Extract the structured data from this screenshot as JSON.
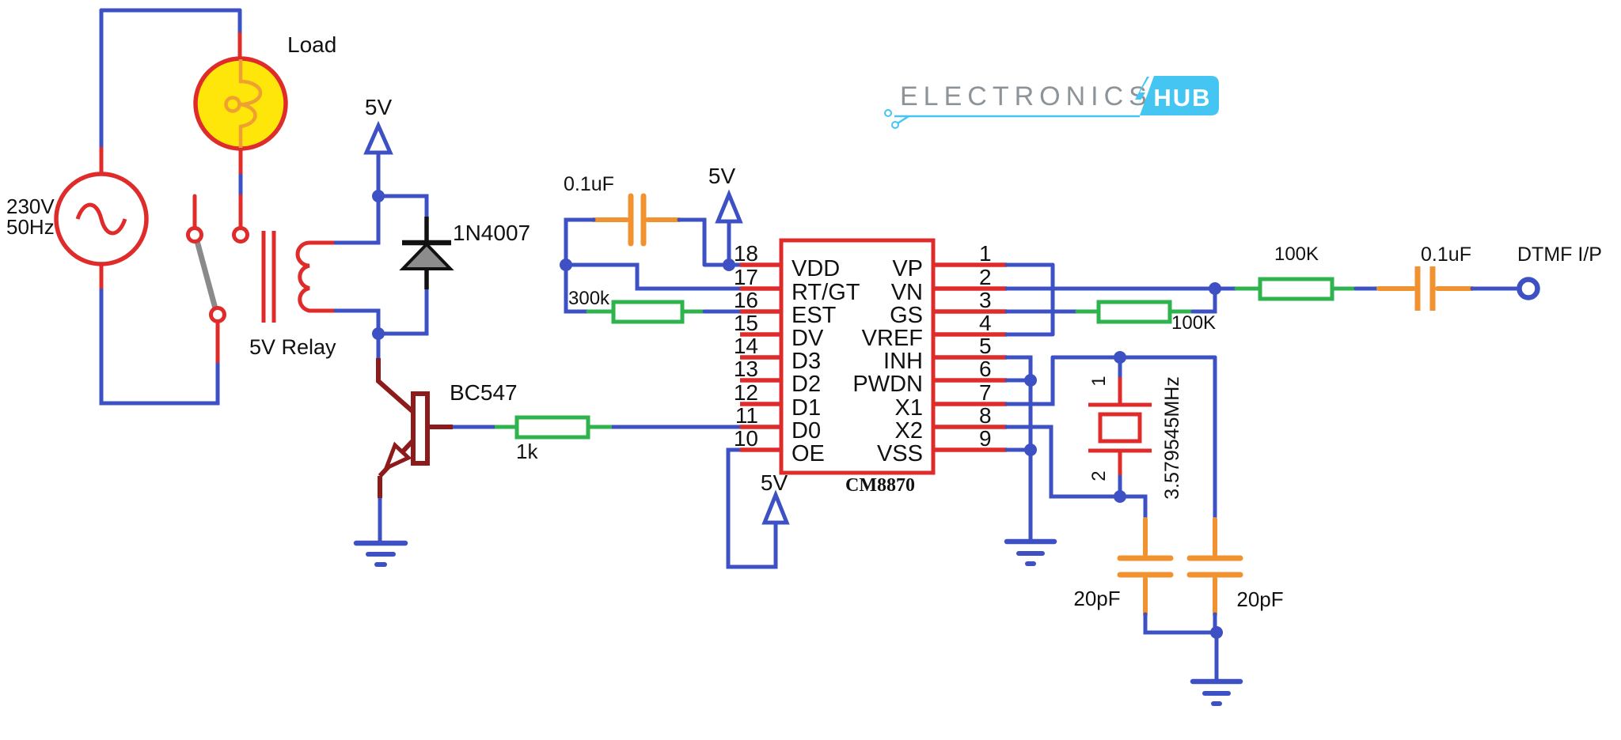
{
  "logo": {
    "wordmark": "ELECTRONICS",
    "badge": "HUB"
  },
  "mains": {
    "voltage": "230V",
    "frequency": "50Hz",
    "load_label": "Load",
    "relay_label": "5V Relay",
    "relay_supply_label": "5V"
  },
  "driver": {
    "diode": "1N4007",
    "transistor": "BC547",
    "base_resistor": "1k"
  },
  "ic": {
    "name": "CM8870",
    "left_pins": [
      {
        "num": "18",
        "label": "VDD"
      },
      {
        "num": "17",
        "label": "RT/GT"
      },
      {
        "num": "16",
        "label": "EST"
      },
      {
        "num": "15",
        "label": "DV"
      },
      {
        "num": "14",
        "label": "D3"
      },
      {
        "num": "13",
        "label": "D2"
      },
      {
        "num": "12",
        "label": "D1"
      },
      {
        "num": "11",
        "label": "D0"
      },
      {
        "num": "10",
        "label": "OE"
      }
    ],
    "right_pins": [
      {
        "num": "1",
        "label": "VP"
      },
      {
        "num": "2",
        "label": "VN"
      },
      {
        "num": "3",
        "label": "GS"
      },
      {
        "num": "4",
        "label": "VREF"
      },
      {
        "num": "5",
        "label": "INH"
      },
      {
        "num": "6",
        "label": "PWDN"
      },
      {
        "num": "7",
        "label": "X1"
      },
      {
        "num": "8",
        "label": "X2"
      },
      {
        "num": "9",
        "label": "VSS"
      }
    ],
    "vdd_cap": "0.1uF",
    "vdd_supply_label": "5V",
    "guard_resistor": "300k",
    "oe_supply_label": "5V"
  },
  "input": {
    "series_resistor": "100K",
    "feedback_resistor": "100K",
    "coupling_cap": "0.1uF",
    "terminal": "DTMF I/P"
  },
  "oscillator": {
    "crystal": "3.579545MHz",
    "crystal_pin1": "1",
    "crystal_pin2": "2",
    "cap_left": "20pF",
    "cap_right": "20pF"
  },
  "colors": {
    "wire_blue": "#3d51c4",
    "component_red": "#e02b2b",
    "resistor_green": "#2fb34d",
    "capacitor_orange": "#f0922f",
    "transistor_maroon": "#8e1b1b",
    "lamp_yellow": "#ffe60a",
    "filament_orange": "#f0a030",
    "switch_gray": "#8a8a8a",
    "logo_blue": "#45c6f2",
    "logo_gray": "#8d9499"
  }
}
